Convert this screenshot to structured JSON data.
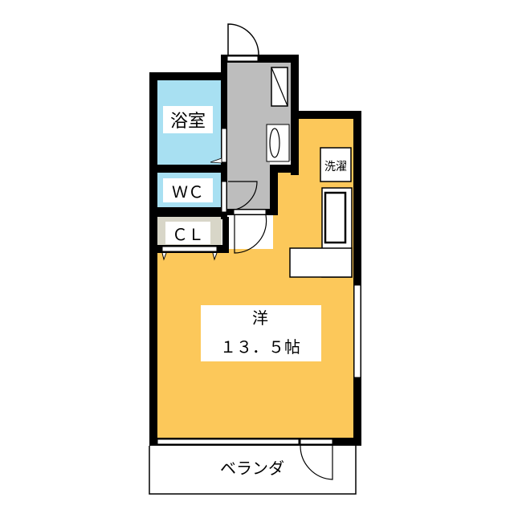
{
  "rooms": {
    "bathroom": "浴室",
    "toilet": "ＷＣ",
    "closet": "ＣＬ",
    "laundry": "洗濯",
    "western_room": "洋",
    "western_room_size": "１３．５帖",
    "balcony": "ベランダ"
  },
  "colors": {
    "wall": "#000000",
    "bathroom": "#a8e0f2",
    "closet": "#d8d6c8",
    "entrance": "#bdbdbd",
    "room": "#fcc85a"
  }
}
